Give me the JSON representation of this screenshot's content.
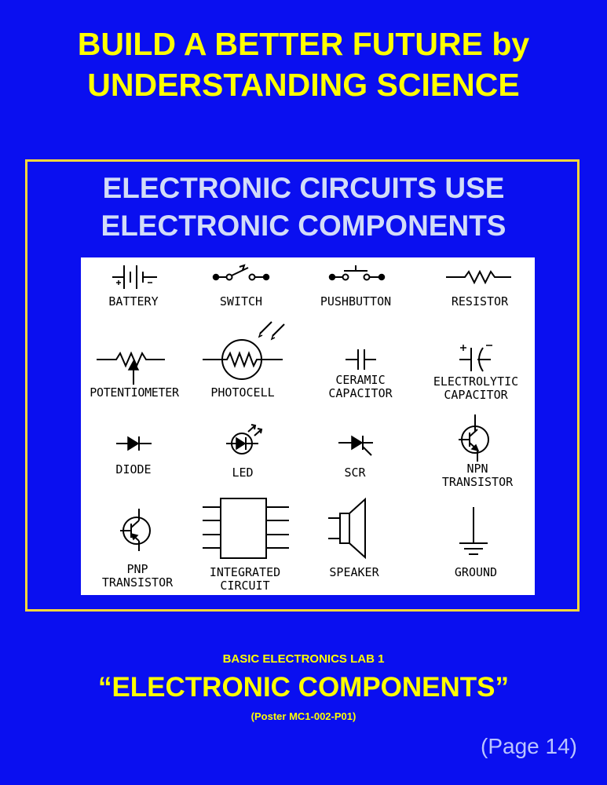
{
  "headline": [
    "BUILD A BETTER FUTURE by",
    "UNDERSTANDING SCIENCE"
  ],
  "subhead": [
    "ELECTRONIC CIRCUITS USE",
    "ELECTRONIC COMPONENTS"
  ],
  "components": [
    {
      "label": "BATTERY",
      "icon": "battery-icon"
    },
    {
      "label": "SWITCH",
      "icon": "switch-icon"
    },
    {
      "label": "PUSHBUTTON",
      "icon": "pushbutton-icon"
    },
    {
      "label": "RESISTOR",
      "icon": "resistor-icon"
    },
    {
      "label": "POTENTIOMETER",
      "icon": "potentiometer-icon"
    },
    {
      "label": "PHOTOCELL",
      "icon": "photocell-icon"
    },
    {
      "label": "CERAMIC\nCAPACITOR",
      "icon": "ceramic-capacitor-icon"
    },
    {
      "label": "ELECTROLYTIC\nCAPACITOR",
      "icon": "electrolytic-capacitor-icon"
    },
    {
      "label": "DIODE",
      "icon": "diode-icon"
    },
    {
      "label": "LED",
      "icon": "led-icon"
    },
    {
      "label": "SCR",
      "icon": "scr-icon"
    },
    {
      "label": "NPN\nTRANSISTOR",
      "icon": "npn-transistor-icon"
    },
    {
      "label": "PNP\nTRANSISTOR",
      "icon": "pnp-transistor-icon"
    },
    {
      "label": "INTEGRATED\nCIRCUIT",
      "icon": "integrated-circuit-icon"
    },
    {
      "label": "SPEAKER",
      "icon": "speaker-icon"
    },
    {
      "label": "GROUND",
      "icon": "ground-icon"
    }
  ],
  "lab_title": "BASIC ELECTRONICS LAB 1",
  "main_title": "“ELECTRONIC COMPONENTS”",
  "poster_id": "(Poster MC1-002-P01)",
  "page_label": "(Page 14)",
  "colors": {
    "background": "#0a0ff0",
    "headline": "#ffff00",
    "frame": "#ffd83a",
    "subhead": "#d2dcf8",
    "panel": "#ffffff"
  }
}
